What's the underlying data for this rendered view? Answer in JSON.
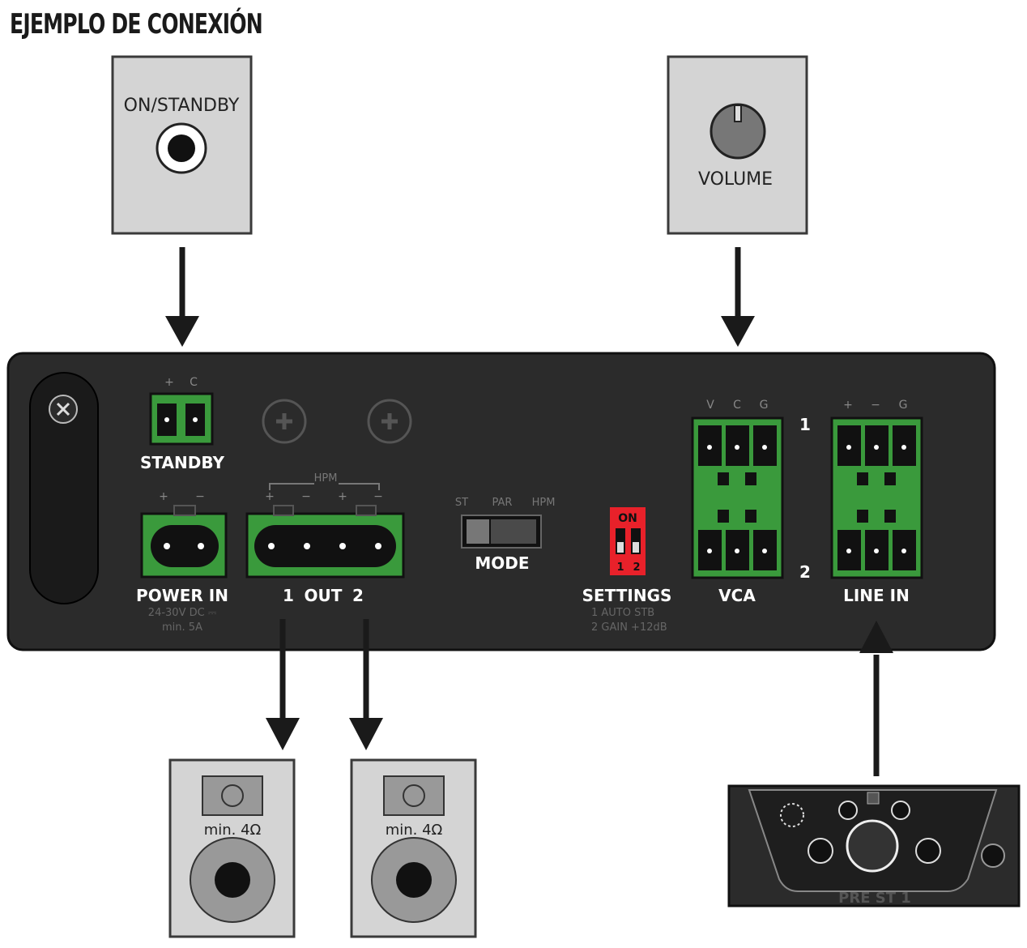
{
  "title": "EJEMPLO DE CONEXIÓN",
  "colors": {
    "panel": "#2b2b2b",
    "green": "#3a9a3c",
    "red": "#e8212a",
    "box": "#d4d4d4",
    "arrow": "#1a1a1a"
  },
  "standby_box": {
    "label": "ON/STANDBY"
  },
  "volume_box": {
    "label": "VOLUME"
  },
  "amp": {
    "standby": {
      "label": "STANDBY",
      "pins": [
        "+",
        "C"
      ]
    },
    "power_in": {
      "label": "POWER IN",
      "pins": [
        "+",
        "−"
      ],
      "spec1": "24-30V DC ⎓",
      "spec2": "min. 5A"
    },
    "out": {
      "label": "OUT",
      "ch1": "1",
      "ch2": "2",
      "hpm": "HPM",
      "pins": [
        "+",
        "−",
        "+",
        "−"
      ]
    },
    "mode": {
      "label": "MODE",
      "opt1": "ST",
      "opt2": "PAR",
      "opt3": "HPM"
    },
    "settings": {
      "label": "SETTINGS",
      "on": "ON",
      "sw1": "1",
      "sw2": "2",
      "line1": "1  AUTO STB",
      "line2": "2  GAIN +12dB"
    },
    "vca": {
      "label": "VCA",
      "pins": [
        "V",
        "C",
        "G"
      ]
    },
    "line_in": {
      "label": "LINE IN",
      "pins": [
        "+",
        "−",
        "G"
      ]
    },
    "channel_top": "1",
    "channel_bottom": "2"
  },
  "speaker1": {
    "label": "min. 4Ω"
  },
  "speaker2": {
    "label": "min. 4Ω"
  },
  "preamp": {
    "label": "PRE ST 1"
  }
}
